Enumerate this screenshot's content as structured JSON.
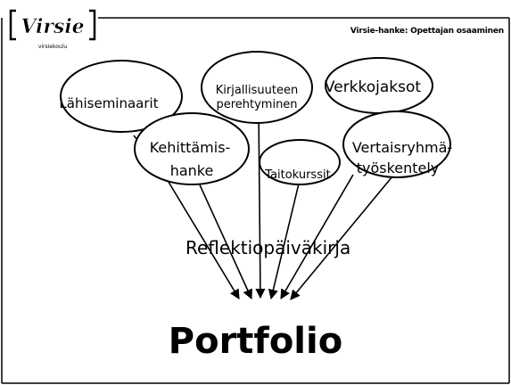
{
  "header": {
    "logo_text": "Virsie",
    "logo_subtext": "virsiekoulu",
    "tagline": "Virsie-hanke: Opettajan osaaminen"
  },
  "nodes": {
    "lahiseminaarit": "Lähiseminaarit",
    "kirjallisuus_line1": "Kirjallisuuteen",
    "kirjallisuus_line2": "perehtyminen",
    "verkkojaksot": "Verkkojaksot",
    "kehittamis_line1": "Kehittämis-",
    "kehittamis_line2": "hanke",
    "taitokurssit": "Taitokurssit",
    "vertais_line1": "Vertaisryhmä-",
    "vertais_line2": "työskentely"
  },
  "center_label": "Reflektiopäiväkirja",
  "target_label": "Portfolio"
}
